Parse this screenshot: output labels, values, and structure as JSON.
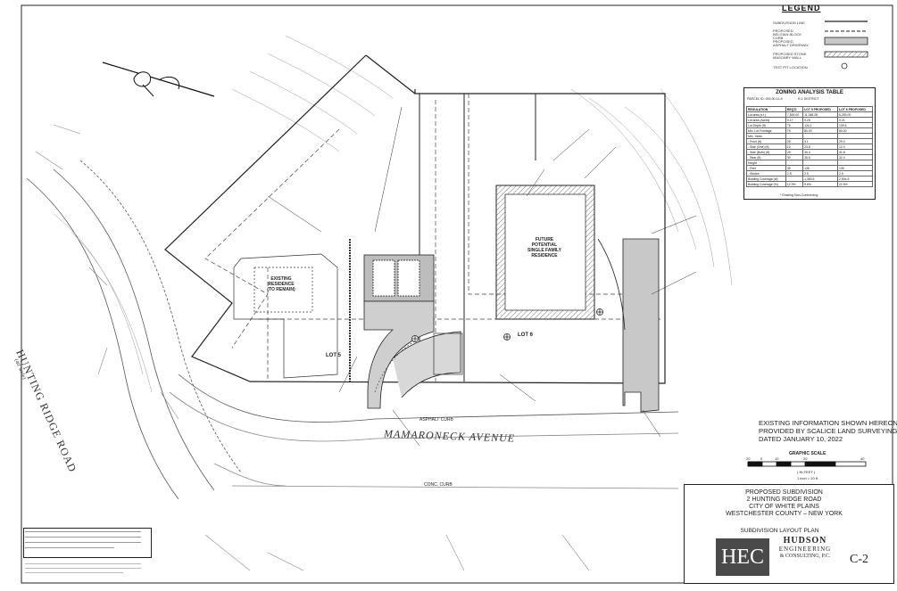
{
  "legend": {
    "title": "LEGEND",
    "items": [
      {
        "label": "SUBDIVISION LINE",
        "symbol": "solid-line"
      },
      {
        "label": "PROPOSED BELGIAN BLOCK CURB",
        "symbol": "dashed-line"
      },
      {
        "label": "PROPOSED ASPHALT DRIVEWAY",
        "symbol": "gray-fill"
      },
      {
        "label": "PROPOSED STONE MASONRY WALL",
        "symbol": "hatched-box"
      },
      {
        "label": "TEST PIT LOCATION",
        "symbol": "test-pit"
      }
    ]
  },
  "zoning_table": {
    "title": "ZONING ANALYSIS TABLE",
    "subtitle": "R-1 DISTRICT",
    "parcel": "PARCEL ID: 000.00-11-9",
    "headers": [
      "REGULATION",
      "REQ'D",
      "LOT 5 PROPOSED",
      "LOT 6 PROPOSED"
    ],
    "rows": [
      [
        "Lot area (s.f.)",
        "7,500.00",
        "11,348.28",
        "6,253.00"
      ],
      [
        "Lot area (Acres)",
        "0.17",
        "0.26",
        "0.21"
      ],
      [
        "Lot Depth (ft)",
        "75",
        "134.1",
        "139.6"
      ],
      [
        "Min. Lot Frontage",
        "75",
        "80.00",
        "80.00"
      ],
      [
        "Min. Yards",
        "",
        "",
        ""
      ],
      [
        "- Front (ft)",
        "25",
        "3.1",
        "29.0"
      ],
      [
        "- Side (One) (ft)",
        "10",
        "23.8",
        "12.0"
      ],
      [
        "- Side (Both) (ft)",
        "25",
        "35.4",
        "41.8"
      ],
      [
        "- Rear (ft)",
        "30",
        "35.6",
        "32.4"
      ],
      [
        "Height",
        "",
        "",
        ""
      ],
      [
        "- Feet",
        "35",
        "135",
        "135"
      ],
      [
        "- Stories",
        "2.5",
        "2.5",
        "2.5"
      ],
      [
        "Building Coverage (sf)",
        "",
        "1,383.5",
        "2,504.5"
      ],
      [
        "Building Coverage (%)",
        "12.9%",
        "9.6%",
        "22.5%"
      ]
    ],
    "footnote": "* Existing Non-Conforming"
  },
  "existing_info_note": [
    "EXISTING INFORMATION SHOWN HEREON",
    "PROVIDED BY SCALICE LAND SURVEYING,",
    "DATED JANUARY 10, 2022"
  ],
  "graphic_scale": {
    "title": "GRAPHIC SCALE",
    "labels": [
      "20",
      "0",
      "10",
      "20",
      "40"
    ],
    "units": "( IN FEET )",
    "ratio": "1 inch = 20 ft."
  },
  "title_block": {
    "project_lines": [
      "PROPOSED SUBDIVISION",
      "2 HUNTING RIDGE ROAD",
      "CITY OF WHITE PLAINS",
      "WESTCHESTER COUNTY – NEW YORK"
    ],
    "sheet_title": "SUBDIVISION LAYOUT PLAN",
    "sheet_number": "C-2",
    "firm_logo": "HEC",
    "firm_name": "HUDSON",
    "firm_line2": "ENGINEERING",
    "firm_line3": "& CONSULTING, P.C."
  },
  "plan_labels": {
    "mamaroneck": "MAMARONECK AVENUE",
    "hunting_ridge": "HUNTING RIDGE ROAD",
    "hunting_ridge_width": "(40' wide)",
    "future_residence": [
      "FUTURE",
      "POTENTIAL",
      "SINGLE FAMILY",
      "RESIDENCE"
    ],
    "existing_residence": [
      "EXISTING",
      "RESIDENCE",
      "(TO REMAIN)"
    ],
    "lot5": "LOT 5",
    "lot6": "LOT 6",
    "asphalt_curb": "ASPHALT CURB",
    "conc_curb": "CONC. CURB"
  },
  "colors": {
    "line": "#222222",
    "driveway_gray": "#c8c8c8",
    "light_line": "#888888"
  }
}
